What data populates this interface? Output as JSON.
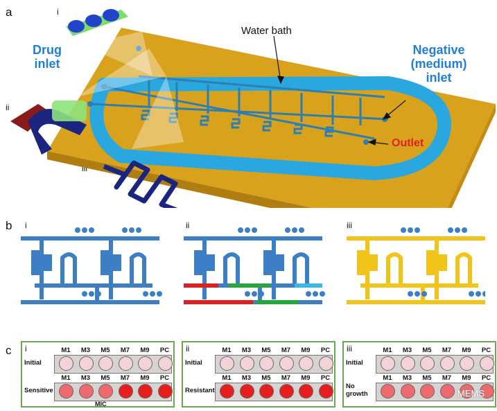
{
  "panel_a": {
    "letter": "a",
    "sub_i": "i",
    "sub_ii": "ii",
    "sub_iii": "iii",
    "water_bath": "Water bath",
    "drug_inlet_line1": "Drug",
    "drug_inlet_line2": "inlet",
    "negative_line1": "Negative",
    "negative_line2": "(medium)",
    "negative_line3": "inlet",
    "outlet": "Outlet"
  },
  "panel_b": {
    "letter": "b",
    "sub_i": "i",
    "sub_ii": "ii",
    "sub_iii": "iii"
  },
  "panel_c": {
    "letter": "c",
    "colors": {
      "pale_well": "#f4d3d6",
      "red_well": "#e81e1e",
      "mid_well": "#ef6a6c",
      "border": "#6aa84f"
    },
    "columns": [
      "M1",
      "M3",
      "M5",
      "M7",
      "M9",
      "PC"
    ],
    "boxes": [
      {
        "roman": "i",
        "row1_label": "Initial",
        "row1_wells": [
          "pale",
          "pale",
          "pale",
          "pale",
          "pale",
          "pale"
        ],
        "row2_label": "Sensitive",
        "row2_wells": [
          "mid",
          "mid",
          "mid",
          "red",
          "red",
          "red"
        ],
        "annotation": "MIC"
      },
      {
        "roman": "ii",
        "row1_label": "Initial",
        "row1_wells": [
          "pale",
          "pale",
          "pale",
          "pale",
          "pale",
          "pale"
        ],
        "row2_label": "Resistant",
        "row2_wells": [
          "red",
          "red",
          "red",
          "red",
          "red",
          "red"
        ]
      },
      {
        "roman": "iii",
        "row1_label": "Initial",
        "row1_wells": [
          "pale",
          "pale",
          "pale",
          "pale",
          "pale",
          "pale"
        ],
        "row2_label_line1": "No",
        "row2_label_line2": "growth",
        "row2_wells": [
          "mid",
          "mid",
          "mid",
          "mid",
          "mid",
          "mid"
        ]
      }
    ]
  },
  "watermark": "MEMS"
}
